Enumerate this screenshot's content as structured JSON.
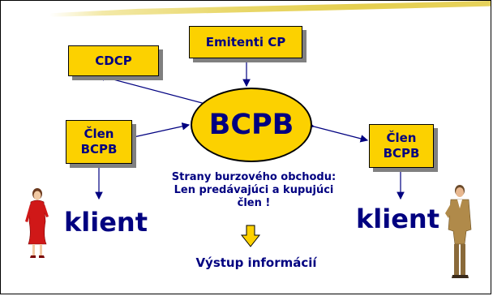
{
  "diagram": {
    "center_label": "BCPB",
    "boxes": {
      "emitenti": "Emitenti CP",
      "cdcp": "CDCP",
      "clen_left": "Člen\nBCPB",
      "clen_right": "Člen\nBCPB"
    },
    "caption": "Strany burzového obchodu:\nLen predávajúci a kupujúci\nčlen !",
    "output_label": "Výstup informácií",
    "client_left": "klient",
    "client_right": "klient"
  },
  "colors": {
    "box_fill": "#fcd100",
    "text": "#000080",
    "arrow": "#000080"
  }
}
